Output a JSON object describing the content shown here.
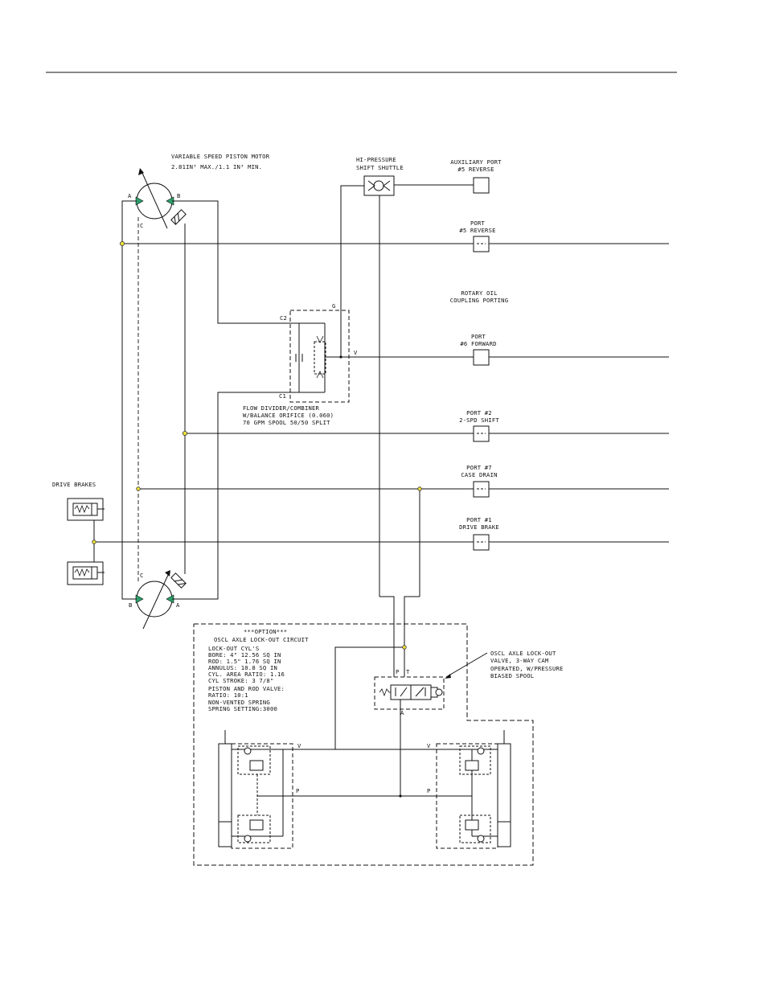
{
  "motor_top": {
    "title_line1": "VARIABLE SPEED PISTON MOTOR",
    "title_line2": "2.81IN³ MAX./1.1 IN³ MIN.",
    "port_a": "A",
    "port_b": "B",
    "port_c": "C"
  },
  "motor_bottom": {
    "port_a": "A",
    "port_b": "B",
    "port_c": "C"
  },
  "shuttle": {
    "line1": "HI-PRESSURE",
    "line2": "SHIFT SHUTTLE"
  },
  "flow_divider": {
    "line1": "FLOW DIVIDER/COMBINER",
    "line2": "W/BALANCE ORIFICE (0.060)",
    "line3": "70 GPM SPOOL 50/50 SPLIT",
    "port_c2": "C2",
    "port_c1": "C1",
    "port_g": "G",
    "port_v": "V"
  },
  "rotary_coupling": {
    "line1": "ROTARY OIL",
    "line2": "COUPLING PORTING"
  },
  "ports": [
    {
      "line1": "AUXILIARY PORT",
      "line2": "#5 REVERSE",
      "style": "solid"
    },
    {
      "line1": "PORT",
      "line2": "#5 REVERSE",
      "style": "dashed"
    },
    {
      "line1": "PORT",
      "line2": "#6 FORWARD",
      "style": "solid"
    },
    {
      "line1": "PORT #2",
      "line2": "2-SPD SHIFT",
      "style": "dashed"
    },
    {
      "line1": "PORT #7",
      "line2": "CASE DRAIN",
      "style": "dashed"
    },
    {
      "line1": "PORT #1",
      "line2": "DRIVE BRAKE",
      "style": "dashed"
    }
  ],
  "drive_brakes": {
    "label": "DRIVE BRAKES"
  },
  "option": {
    "heading": "***OPTION***",
    "subheading": "OSCL AXLE LOCK-OUT CIRCUIT",
    "specs": [
      "LOCK-OUT CYL'S",
      "BORE: 4\" 12.56 SQ IN",
      "ROD: 1.5\" 1.76 SQ IN",
      "ANNULUS: 10.8 SQ IN",
      "CYL. AREA RATIO: 1.16",
      "CYL STROKE: 3 7/8\"",
      "PISTON AND ROD VALVE:",
      "RATIO: 10:1",
      "NON-VENTED SPRING",
      "SPRING SETTING:3000"
    ]
  },
  "lockout_valve": {
    "line1": "OSCL AXLE LOCK-OUT",
    "line2": "VALVE, 3-WAY CAM",
    "line3": "OPERATED, W/PRESSURE",
    "line4": "BIASED SPOOL",
    "port_p": "P",
    "port_t": "T",
    "port_a": "A"
  },
  "cylinder_left": {
    "port_v": "V",
    "port_p": "P"
  },
  "cylinder_right": {
    "port_v": "V",
    "port_p": "P"
  },
  "colors": {
    "node": "#f2e33b",
    "motor_arrow": "#2aa06a",
    "line": "#111111"
  }
}
